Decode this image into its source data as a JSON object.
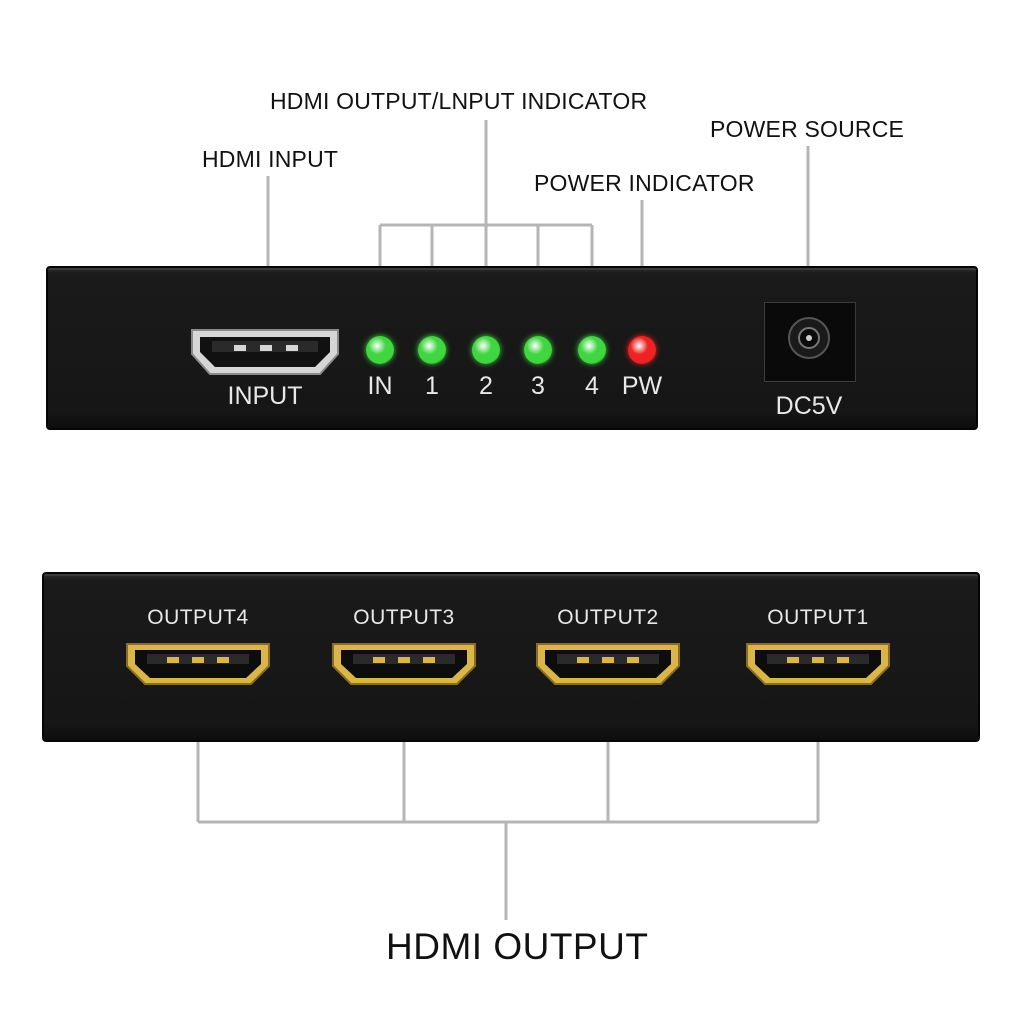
{
  "callouts": {
    "hdmi_output_input_indicator": "HDMI OUTPUT/LNPUT INDICATOR",
    "hdmi_input": "HDMI INPUT",
    "power_source": "POWER SOURCE",
    "power_indicator": "POWER INDICATOR",
    "hdmi_output": "HDMI OUTPUT"
  },
  "front_panel": {
    "input_label": "INPUT",
    "dc_label": "DC5V",
    "leds": [
      {
        "label": "IN",
        "color": "#3fd63f"
      },
      {
        "label": "1",
        "color": "#3fd63f"
      },
      {
        "label": "2",
        "color": "#3fd63f"
      },
      {
        "label": "3",
        "color": "#3fd63f"
      },
      {
        "label": "4",
        "color": "#3fd63f"
      },
      {
        "label": "PW",
        "color": "#ee2222"
      }
    ]
  },
  "rear_panel": {
    "outputs": [
      "OUTPUT4",
      "OUTPUT3",
      "OUTPUT2",
      "OUTPUT1"
    ]
  },
  "colors": {
    "connector_gold": "#d9b54a",
    "connector_silver": "#d6d6d6",
    "leader_line": "#b5b5b5"
  }
}
